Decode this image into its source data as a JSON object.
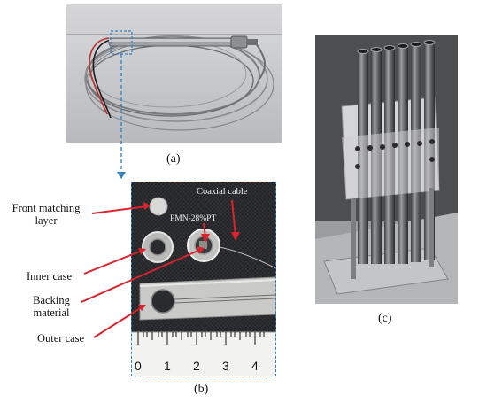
{
  "figure": {
    "captions": {
      "a": "(a)",
      "b": "(b)",
      "c": "(c)"
    },
    "labels": {
      "front_matching_layer_line1": "Front matching",
      "front_matching_layer_line2": "layer",
      "inner_case": "Inner case",
      "backing_material_line1": "Backing",
      "backing_material_line2": "material",
      "outer_case": "Outer case",
      "coaxial_cable": "Coaxial cable",
      "pmn_pt": "PMN-28%PT"
    },
    "ruler_numbers": [
      "0",
      "1",
      "2",
      "3",
      "4"
    ],
    "colors": {
      "callout_line": "#d9232d",
      "zoom_dash": "#2f7fc1",
      "photo_background_b": "#2a2b2e"
    }
  }
}
